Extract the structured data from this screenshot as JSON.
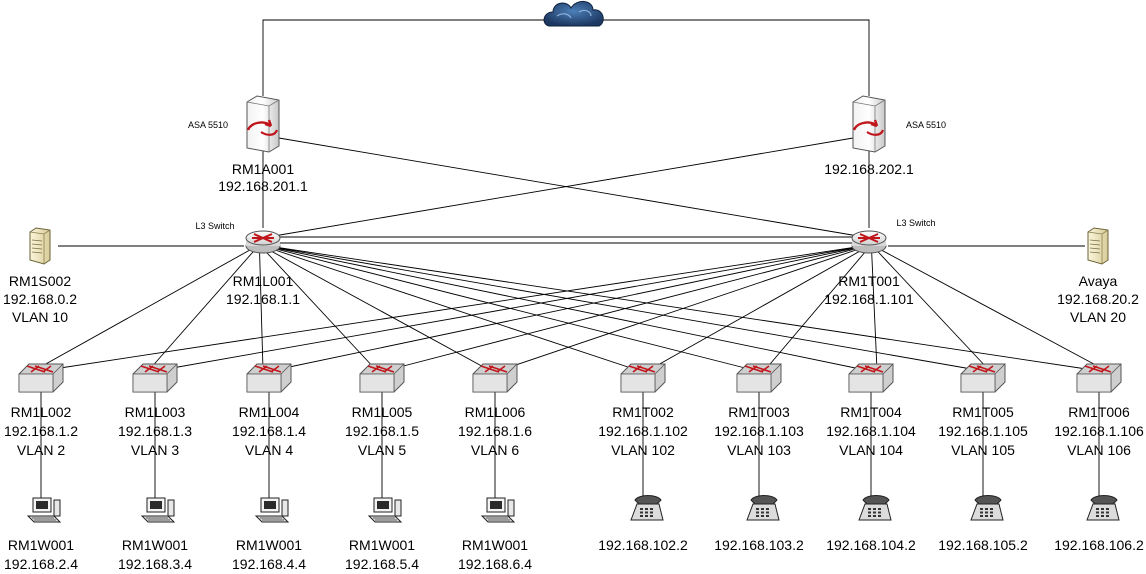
{
  "cloud": {
    "icon": "cloud-icon"
  },
  "firewalls": [
    {
      "id": "fw-left",
      "model": "ASA 5510",
      "lines": [
        "RM1A001",
        "192.168.201.1"
      ],
      "icon": "firewall-icon"
    },
    {
      "id": "fw-right",
      "model": "ASA 5510",
      "lines": [
        "192.168.202.1"
      ],
      "icon": "firewall-icon"
    }
  ],
  "core_switches": [
    {
      "id": "core-left",
      "type_label": "L3 Switch",
      "lines": [
        "RM1L001",
        "192.168.1.1"
      ],
      "icon": "router-switch-icon"
    },
    {
      "id": "core-right",
      "type_label": "L3 Switch",
      "lines": [
        "RM1T001",
        "192.168.1.101"
      ],
      "icon": "router-switch-icon"
    }
  ],
  "servers": [
    {
      "id": "server-left",
      "lines": [
        "RM1S002",
        "192.168.0.2",
        "VLAN 10"
      ],
      "icon": "server-icon"
    },
    {
      "id": "server-right",
      "lines": [
        "Avaya",
        "192.168.20.2",
        "VLAN 20"
      ],
      "icon": "server-icon"
    }
  ],
  "access_switches": [
    {
      "lines": [
        "RM1L002",
        "192.168.1.2",
        "VLAN 2"
      ]
    },
    {
      "lines": [
        "RM1L003",
        "192.168.1.3",
        "VLAN 3"
      ]
    },
    {
      "lines": [
        "RM1L004",
        "192.168.1.4",
        "VLAN 4"
      ]
    },
    {
      "lines": [
        "RM1L005",
        "192.168.1.5",
        "VLAN 5"
      ]
    },
    {
      "lines": [
        "RM1L006",
        "192.168.1.6",
        "VLAN 6"
      ]
    },
    {
      "lines": [
        "RM1T002",
        "192.168.1.102",
        "VLAN 102"
      ]
    },
    {
      "lines": [
        "RM1T003",
        "192.168.1.103",
        "VLAN 103"
      ]
    },
    {
      "lines": [
        "RM1T004",
        "192.168.1.104",
        "VLAN 104"
      ]
    },
    {
      "lines": [
        "RM1T005",
        "192.168.1.105",
        "VLAN 105"
      ]
    },
    {
      "lines": [
        "RM1T006",
        "192.168.1.106",
        "VLAN 106"
      ]
    }
  ],
  "endpoints": [
    {
      "kind": "pc",
      "icon": "workstation-icon",
      "lines": [
        "RM1W001",
        "192.168.2.4"
      ]
    },
    {
      "kind": "pc",
      "icon": "workstation-icon",
      "lines": [
        "RM1W001",
        "192.168.3.4"
      ]
    },
    {
      "kind": "pc",
      "icon": "workstation-icon",
      "lines": [
        "RM1W001",
        "192.168.4.4"
      ]
    },
    {
      "kind": "pc",
      "icon": "workstation-icon",
      "lines": [
        "RM1W001",
        "192.168.5.4"
      ]
    },
    {
      "kind": "pc",
      "icon": "workstation-icon",
      "lines": [
        "RM1W001",
        "192.168.6.4"
      ]
    },
    {
      "kind": "phone",
      "icon": "ip-phone-icon",
      "lines": [
        "192.168.102.2"
      ]
    },
    {
      "kind": "phone",
      "icon": "ip-phone-icon",
      "lines": [
        "192.168.103.2"
      ]
    },
    {
      "kind": "phone",
      "icon": "ip-phone-icon",
      "lines": [
        "192.168.104.2"
      ]
    },
    {
      "kind": "phone",
      "icon": "ip-phone-icon",
      "lines": [
        "192.168.105.2"
      ]
    },
    {
      "kind": "phone",
      "icon": "ip-phone-icon",
      "lines": [
        "192.168.106.2"
      ]
    }
  ]
}
